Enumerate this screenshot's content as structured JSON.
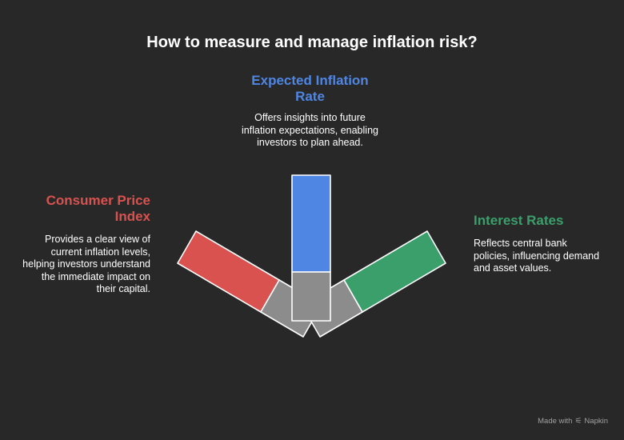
{
  "title": "How to measure and manage inflation risk?",
  "items": {
    "expected": {
      "heading": "Expected Inflation Rate",
      "description": "Offers insights into future inflation expectations, enabling investors to plan ahead.",
      "color": "#4f86e3"
    },
    "cpi": {
      "heading": "Consumer Price Index",
      "description": "Provides a clear view of current inflation levels, helping investors understand the immediate impact on their capital.",
      "color": "#d9524f"
    },
    "interest": {
      "heading": "Interest Rates",
      "description": "Reflects central bank policies, influencing demand and asset values.",
      "color": "#3a9f6a"
    }
  },
  "connector_color": "#8c8c8c",
  "footer": {
    "made_with": "Made with",
    "brand": "Napkin",
    "icon": "napkin-logo-icon"
  }
}
